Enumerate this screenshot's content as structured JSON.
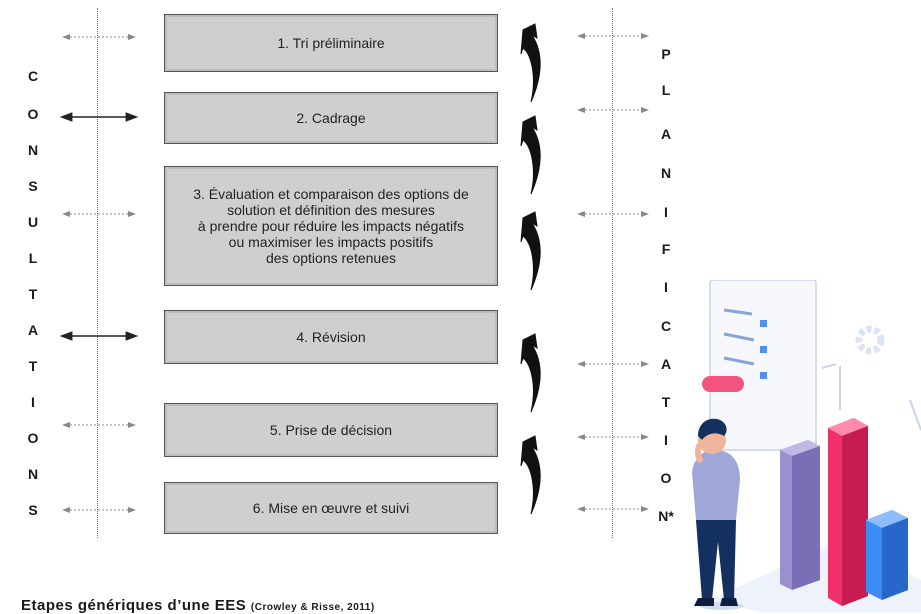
{
  "left_label_letters": [
    "C",
    "O",
    "N",
    "S",
    "U",
    "L",
    "T",
    "A",
    "T",
    "I",
    "O",
    "N",
    "S"
  ],
  "right_label_letters": [
    "P",
    "L",
    "A",
    "N",
    "I",
    "F",
    "I",
    "C",
    "A",
    "T",
    "I",
    "O",
    "N*"
  ],
  "steps": [
    {
      "lines": [
        "1. Tri préliminaire"
      ]
    },
    {
      "lines": [
        "2. Cadrage"
      ]
    },
    {
      "lines": [
        "3. Évaluation et comparaison des options de",
        "solution et définition des mesures",
        "à prendre pour réduire les impacts négatifs",
        "ou maximiser les impacts positifs",
        "des options retenues"
      ]
    },
    {
      "lines": [
        "4. Révision"
      ]
    },
    {
      "lines": [
        "5. Prise de décision"
      ]
    },
    {
      "lines": [
        "6. Mise en œuvre et suivi"
      ]
    }
  ],
  "caption": {
    "title": "Etapes génériques d’une EES",
    "source": "(Crowley & Risse, 2011)"
  },
  "colors": {
    "box_fill": "#cfcfcf",
    "bar_purple": "#8a7fc6",
    "bar_pink": "#f0306a",
    "bar_blue": "#3b8cf5",
    "person_navy": "#14305e"
  },
  "icons": [
    "double-arrow-icon",
    "curl-arrow-icon",
    "gear-icon",
    "document-icon"
  ]
}
